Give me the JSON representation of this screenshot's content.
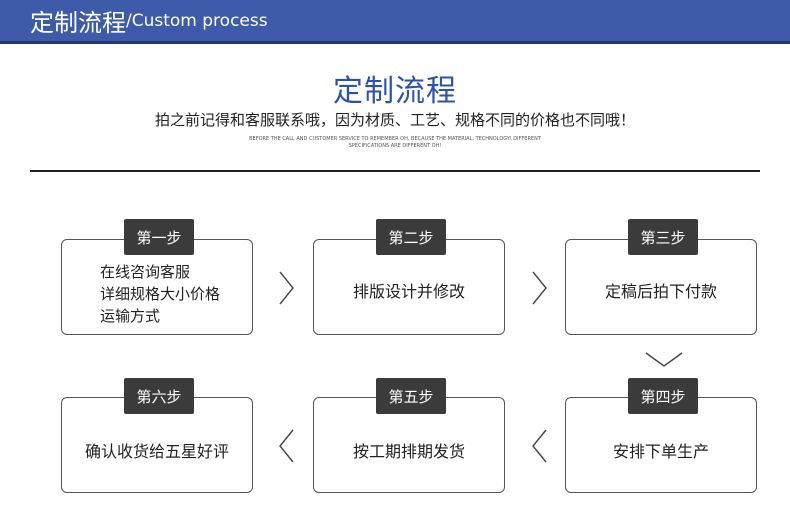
{
  "header": {
    "title_zh": "定制流程",
    "title_en": "/Custom process"
  },
  "intro": {
    "title": "定制流程",
    "subtitle": "拍之前记得和客服联系哦，因为材质、工艺、规格不同的价格也不同哦！",
    "fine_print_line1": "BEFORE THE CALL AND CUSTOMER SERVICE TO REMEMBER OH, BECAUSE THE MATERIAL, TECHNOLOGY\\ DIFFERENT",
    "fine_print_line2": "SPECIFICATIONS ARE DIFFERENT OH!"
  },
  "steps": [
    {
      "tag": "第一步",
      "lines": [
        "在线咨询客服",
        "详细规格大小价格",
        "运输方式"
      ]
    },
    {
      "tag": "第二步",
      "text": "排版设计并修改"
    },
    {
      "tag": "第三步",
      "text": "定稿后拍下付款"
    },
    {
      "tag": "第四步",
      "text": "安排下单生产"
    },
    {
      "tag": "第五步",
      "text": "按工期排期发货"
    },
    {
      "tag": "第六步",
      "text": "确认收货给五星好评"
    }
  ],
  "arrows": {
    "color": "#444444"
  }
}
